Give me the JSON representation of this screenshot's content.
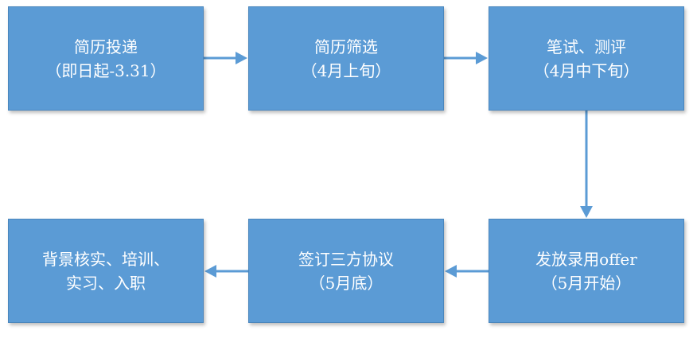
{
  "steps": [
    {
      "line1": "简历投递",
      "line2": "（即日起-3.31）"
    },
    {
      "line1": "简历筛选",
      "line2": "（4月上旬）"
    },
    {
      "line1": "笔试、测评",
      "line2": "（4月中下旬）"
    },
    {
      "line1": "发放录用offer",
      "line2": "（5月开始）"
    },
    {
      "line1": "签订三方协议",
      "line2": "（5月底）"
    },
    {
      "line1": "背景核实、培训、",
      "line2": "实习、入职"
    }
  ],
  "colors": {
    "box_fill": "#5b9bd5",
    "box_border": "#4a86bd",
    "arrow": "#5b9bd5",
    "text": "#ffffff"
  }
}
